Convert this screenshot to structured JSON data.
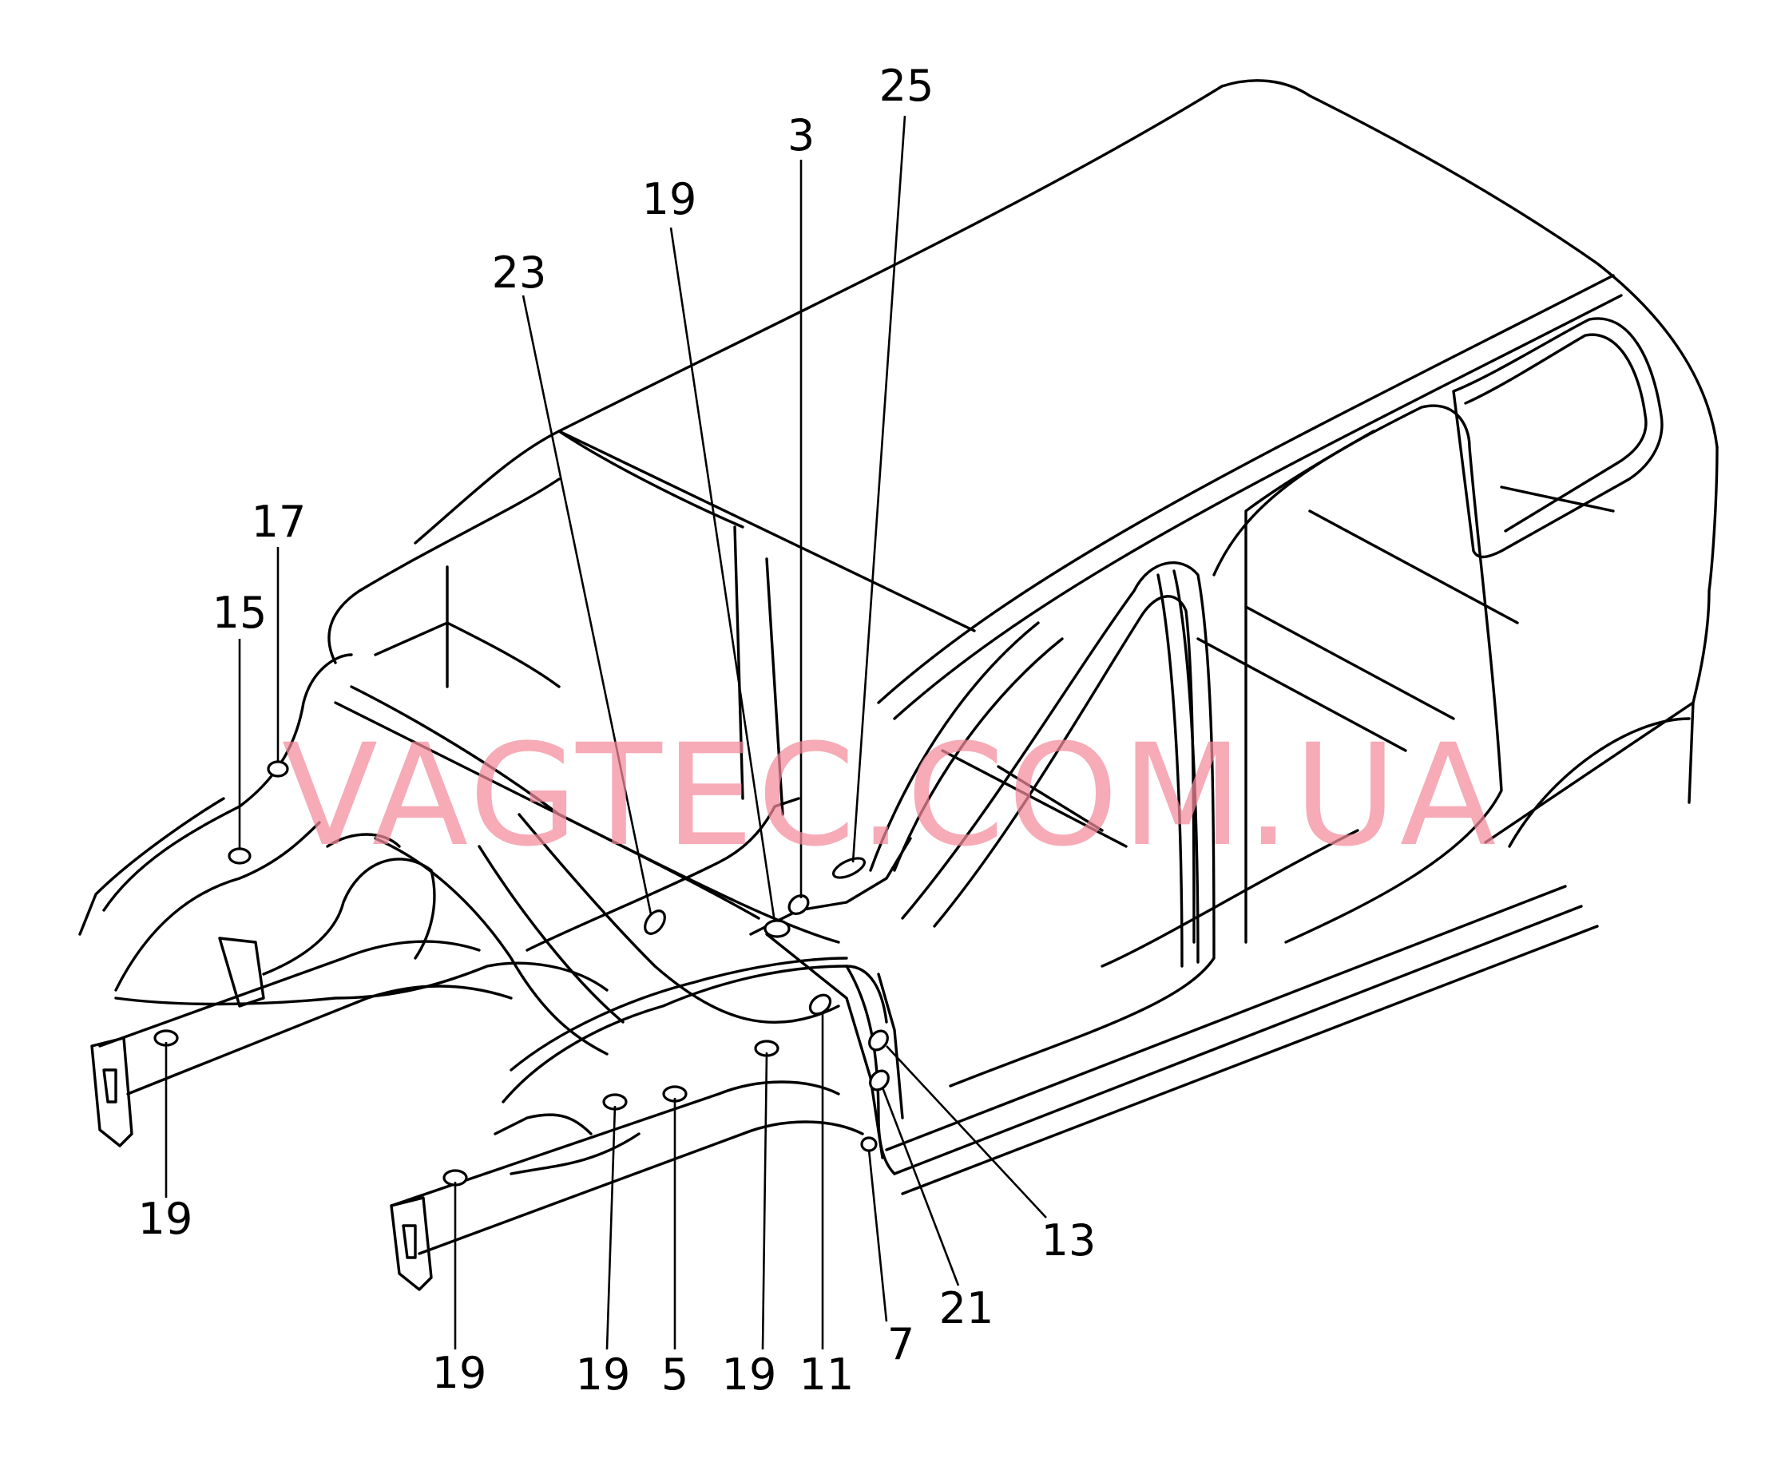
{
  "diagram": {
    "type": "parts-location",
    "subject": "vehicle body shell with sealing plugs",
    "watermark": "VAGTEC.COM.UA",
    "colors": {
      "lines": "#000000",
      "background": "#ffffff",
      "watermark": "#f28b9a"
    },
    "callouts": [
      {
        "id": "c-25",
        "label": "25"
      },
      {
        "id": "c-3",
        "label": "3"
      },
      {
        "id": "c-19-a",
        "label": "19"
      },
      {
        "id": "c-23",
        "label": "23"
      },
      {
        "id": "c-17",
        "label": "17"
      },
      {
        "id": "c-15",
        "label": "15"
      },
      {
        "id": "c-19-b",
        "label": "19"
      },
      {
        "id": "c-19-c",
        "label": "19"
      },
      {
        "id": "c-19-d",
        "label": "19"
      },
      {
        "id": "c-5",
        "label": "5"
      },
      {
        "id": "c-19-e",
        "label": "19"
      },
      {
        "id": "c-11",
        "label": "11"
      },
      {
        "id": "c-7",
        "label": "7"
      },
      {
        "id": "c-21",
        "label": "21"
      },
      {
        "id": "c-13",
        "label": "13"
      }
    ]
  }
}
